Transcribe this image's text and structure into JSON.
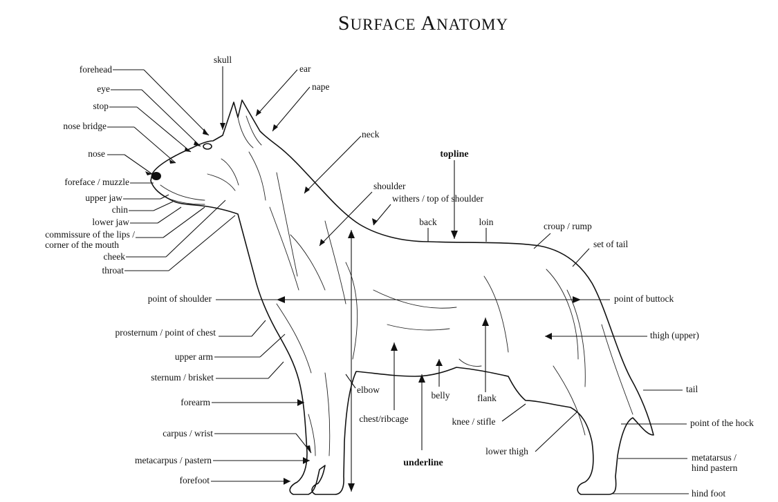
{
  "title": "Surface Anatomy",
  "labels": {
    "forehead": "forehead",
    "skull": "skull",
    "ear": "ear",
    "eye": "eye",
    "nape": "nape",
    "stop": "stop",
    "nose_bridge": "nose bridge",
    "neck": "neck",
    "nose": "nose",
    "topline": "topline",
    "foreface": "foreface / muzzle",
    "shoulder": "shoulder",
    "upper_jaw": "upper jaw",
    "withers": "withers / top of shoulder",
    "chin": "chin",
    "lower_jaw": "lower jaw",
    "back": "back",
    "loin": "loin",
    "croup": "croup / rump",
    "commissure_1": "commissure of the lips /",
    "commissure_2": "corner of the mouth",
    "set_of_tail": "set of tail",
    "cheek": "cheek",
    "throat": "throat",
    "point_of_shoulder": "point of shoulder",
    "point_of_buttock": "point of buttock",
    "prosternum": "prosternum / point of chest",
    "thigh": "thigh (upper)",
    "upper_arm": "upper arm",
    "sternum": "sternum / brisket",
    "tail": "tail",
    "elbow": "elbow",
    "belly": "belly",
    "flank": "flank",
    "forearm": "forearm",
    "chest": "chest/ribcage",
    "knee": "knee / stifle",
    "point_of_hock": "point of the hock",
    "carpus": "carpus / wrist",
    "lower_thigh": "lower thigh",
    "metacarpus": "metacarpus / pastern",
    "underline": "underline",
    "metatarsus_1": "metatarsus /",
    "metatarsus_2": "hind pastern",
    "forefoot": "forefoot",
    "hind_foot": "hind foot"
  }
}
